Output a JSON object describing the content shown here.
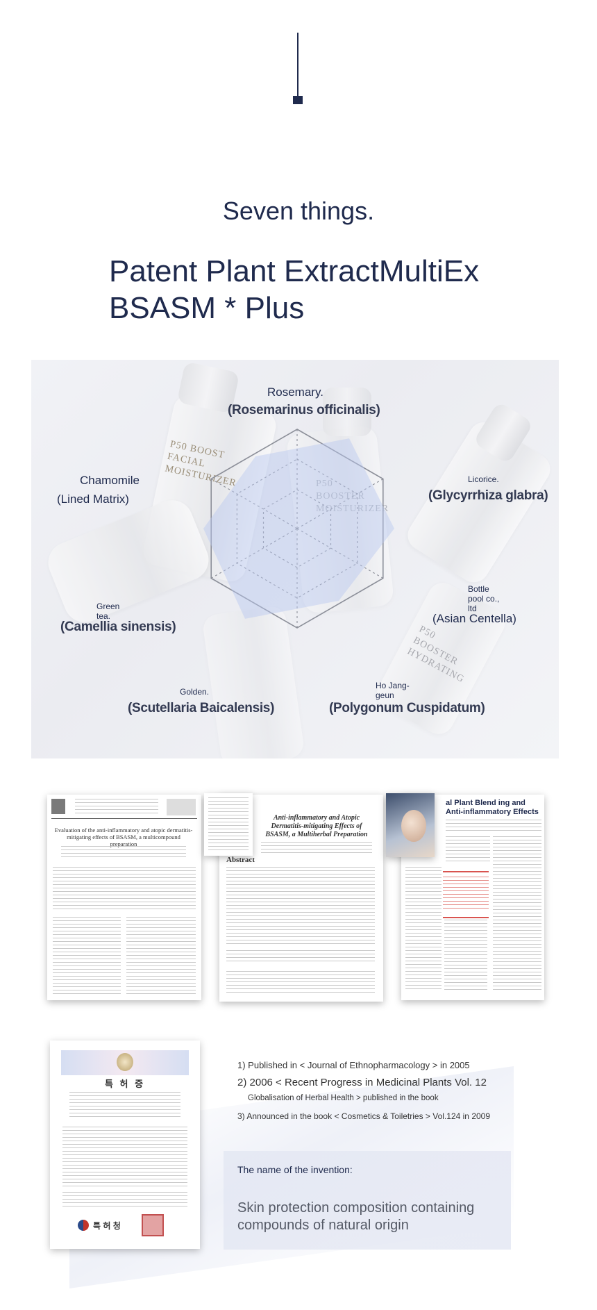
{
  "headline": "Seven things.",
  "product_title": {
    "line1": "Patent Plant ExtractMultiEx",
    "line2": "BSASM * Plus"
  },
  "radar": {
    "bottle_labels": {
      "b1": "P50 BOOST FACIAL MOISTURIZER",
      "b2": "P50 BOOSTER MOISTURIZER",
      "b3": "P50 BOOSTER HYDRATING"
    },
    "ingredients": [
      {
        "common": "Rosemary.",
        "latin": "(Rosemarinus officinalis)"
      },
      {
        "common": "Licorice.",
        "latin": "(Glycyrrhiza glabra)"
      },
      {
        "common": "Bottle pool co., ltd",
        "latin": "(Asian Centella)"
      },
      {
        "common": "Ho Jang-geun",
        "latin": "(Polygonum Cuspidatum)"
      },
      {
        "common": "Golden.",
        "latin": "(Scutellaria Baicalensis)"
      },
      {
        "common": "Green tea.",
        "latin": "(Camellia sinensis)"
      },
      {
        "common": "Chamomile",
        "latin": "(Lined Matrix)"
      }
    ]
  },
  "papers": {
    "paper1_title": "Evaluation of the anti-inflammatory and atopic dermatitis-mitigating effects of BSASM, a multicompound preparation",
    "paper2_title": "Anti-inflammatory and Atopic Dermatitis-mitigating Effects of BSASM, a Multiherbal Preparation",
    "paper2_abstract": "Abstract",
    "paper3_title": "al Plant Blend ing and Anti-inflammatory Effects"
  },
  "patent": {
    "title": "특 허 증",
    "issuer": "특 허 청"
  },
  "publications": [
    "1) Published in < Journal of Ethnopharmacology > in 2005",
    "2) 2006 < Recent Progress in Medicinal Plants Vol. 12",
    "Globalisation of Herbal Health > published in the book",
    "3) Announced in the book < Cosmetics & Toiletries > Vol.124 in 2009"
  ],
  "invention": {
    "label": "The name of the invention:",
    "name": "Skin protection composition containing compounds of natural origin"
  }
}
